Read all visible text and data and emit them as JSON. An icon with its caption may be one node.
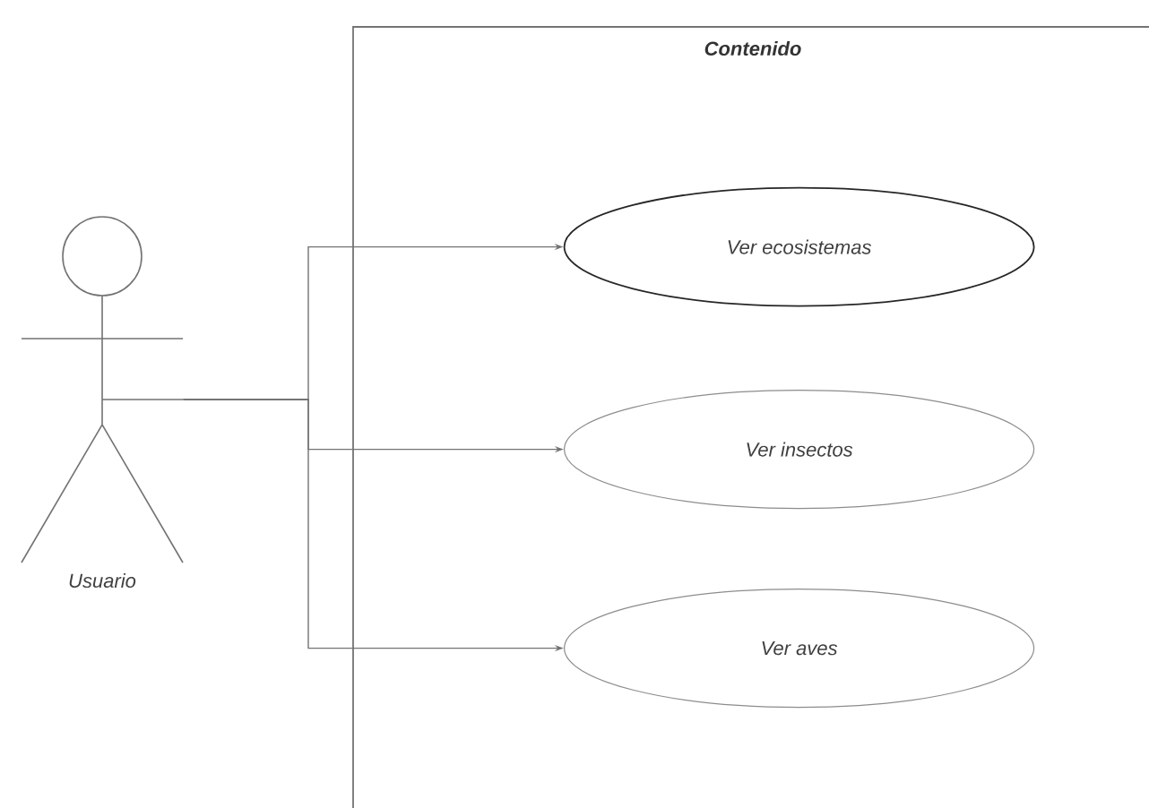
{
  "diagram": {
    "nodes": [
      {
        "text": [
          "Contenido"
        ]
      },
      {
        "text": [
          "Usuario"
        ]
      },
      {
        "text": [
          "Ver ecosistemas"
        ],
        "in": 0
      },
      {
        "text": [
          "Ver insectos"
        ],
        "in": 0
      },
      {
        "text": [
          "Ver aves"
        ],
        "in": 0
      }
    ],
    "edges": [
      {
        "from": 1,
        "to": 2,
        "arrow": "to"
      },
      {
        "from": 1,
        "to": 3,
        "arrow": "to"
      },
      {
        "from": 1,
        "to": 4,
        "arrow": "to"
      }
    ]
  }
}
